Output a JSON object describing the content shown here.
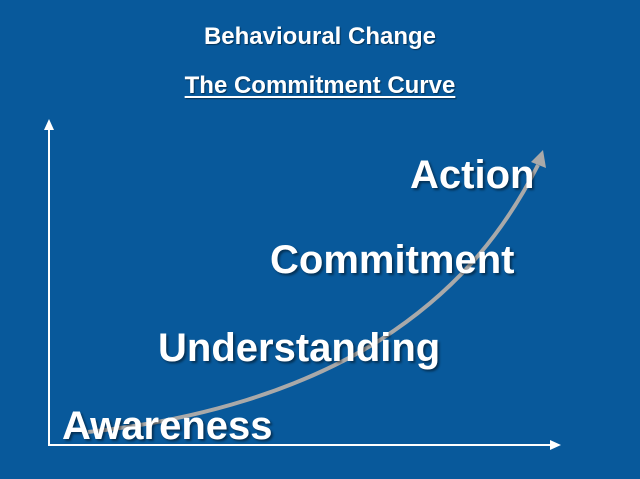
{
  "title": "Behavioural Change",
  "subtitle": "The Commitment Curve",
  "stages": [
    "Awareness",
    "Understanding",
    "Commitment",
    "Action"
  ],
  "colors": {
    "background": "#08599b",
    "text": "#ffffff",
    "curve": "#a9a9a9",
    "axes": "#ffffff"
  }
}
